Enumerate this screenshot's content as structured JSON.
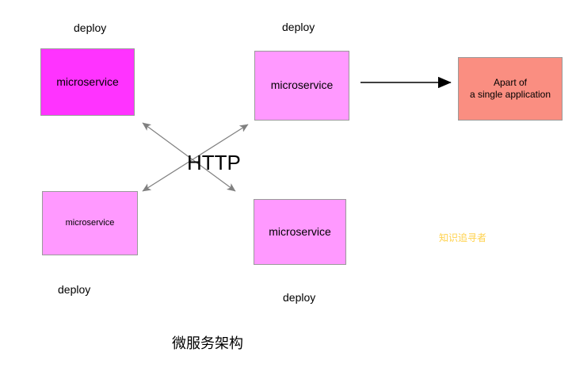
{
  "diagram": {
    "title": "微服务架构",
    "watermark": "知识追寻者",
    "background_color": "#ffffff",
    "center_label": "HTTP",
    "nodes": [
      {
        "id": "microservice-top-left",
        "label": "microservice",
        "fill": "#ff33ff",
        "stroke": "#9a9a9a",
        "caption": "deploy"
      },
      {
        "id": "microservice-top-right",
        "label": "microservice",
        "fill": "#ff99ff",
        "stroke": "#9a9a9a",
        "caption": "deploy"
      },
      {
        "id": "microservice-bottom-left",
        "label": "microservice",
        "fill": "#ff99ff",
        "stroke": "#9a9a9a",
        "caption": "deploy"
      },
      {
        "id": "microservice-bottom-right",
        "label": "microservice",
        "fill": "#ff99ff",
        "stroke": "#9a9a9a",
        "caption": "deploy"
      },
      {
        "id": "single-application",
        "label_line1": "Apart of",
        "label_line2": "a single application",
        "fill": "#fa8e81",
        "stroke": "#9a9a9a"
      }
    ],
    "connectors": {
      "http_arrow_color": "#808080",
      "black_arrow_color": "#000000"
    }
  }
}
